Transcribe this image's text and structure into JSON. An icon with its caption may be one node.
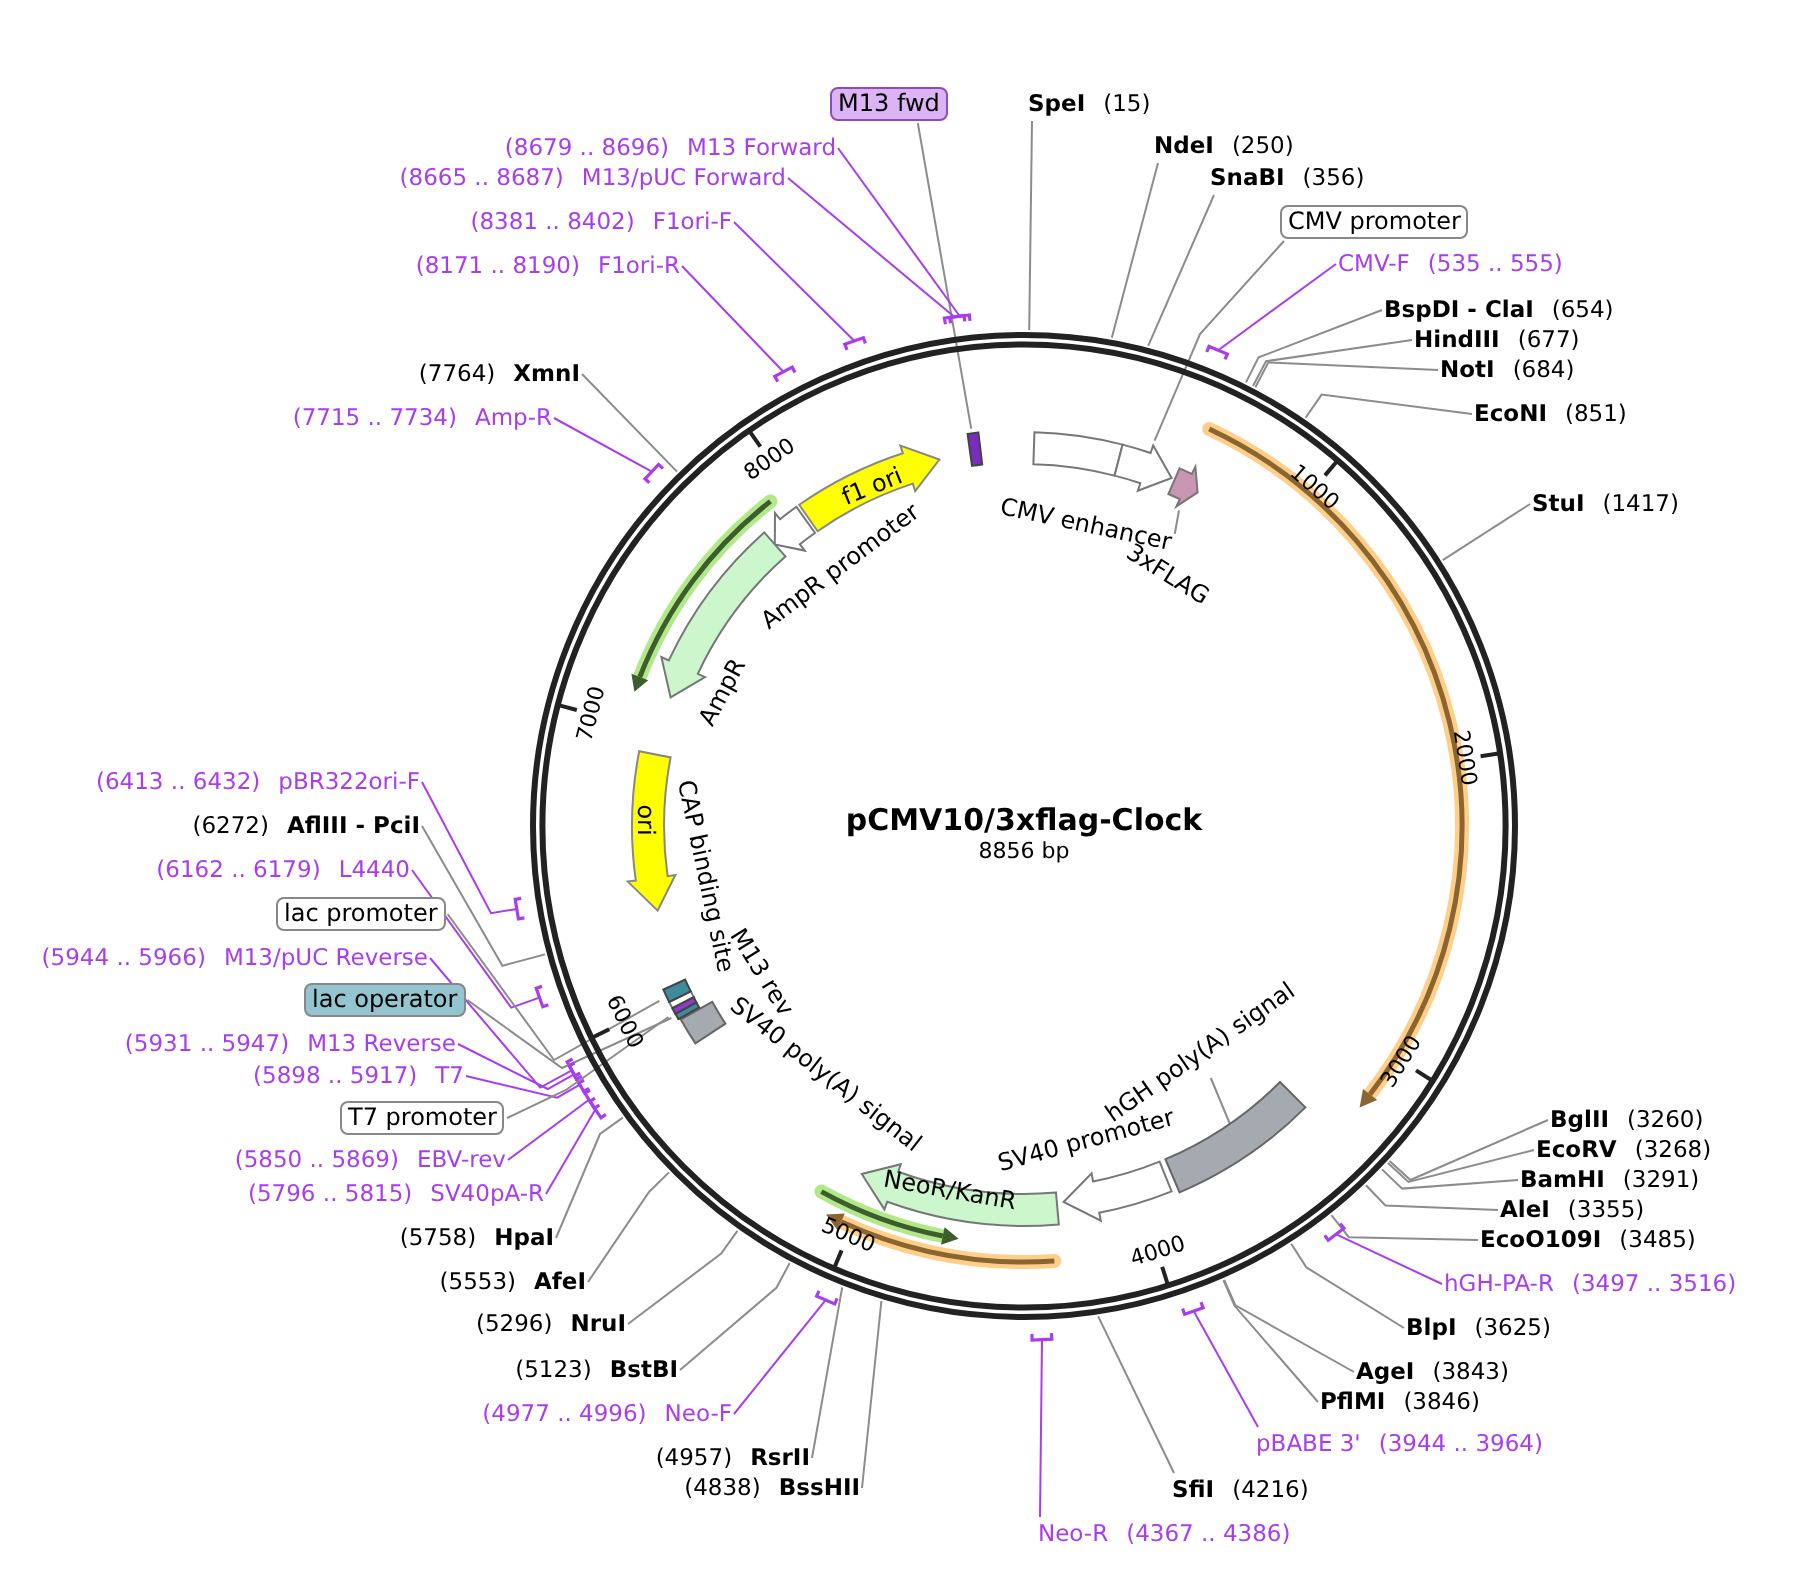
{
  "diagram": {
    "title": "pCMV10/3xflag-Clock",
    "nodes": [
      {
        "text": [
          "M13 fwd"
        ]
      },
      {
        "text": [
          "SpeI",
          "(15)"
        ]
      },
      {
        "text": [
          "(8679 .. 8696)",
          "M13 Forward"
        ]
      },
      {
        "text": [
          "NdeI",
          "(250)"
        ]
      },
      {
        "text": [
          "(8665 .. 8687)",
          "M13/pUC Forward"
        ]
      },
      {
        "text": [
          "SnaBI",
          "(356)"
        ]
      },
      {
        "text": [
          "CMV promoter"
        ]
      },
      {
        "text": [
          "(8381 .. 8402)",
          "F1ori-F"
        ]
      },
      {
        "text": [
          "CMV-F",
          "(535 .. 555)"
        ]
      },
      {
        "text": [
          "(8171 .. 8190)",
          "F1ori-R"
        ]
      },
      {
        "text": [
          "BspDI - ClaI",
          "(654)"
        ]
      },
      {
        "text": [
          "HindIII",
          "(677)"
        ]
      },
      {
        "text": [
          "NotI",
          "(684)"
        ]
      },
      {
        "text": [
          "(7764)",
          "XmnI"
        ]
      },
      {
        "text": [
          "EcoNI",
          "(851)"
        ]
      },
      {
        "text": [
          "(7715 .. 7734)",
          "Amp-R"
        ]
      },
      {
        "text": [
          "StuI",
          "(1417)"
        ]
      },
      {
        "text": [
          "CMV enhancer"
        ]
      },
      {
        "text": [
          "3xFLAG"
        ]
      },
      {
        "text": [
          "f1 ori"
        ]
      },
      {
        "text": [
          "AmpR promoter"
        ]
      },
      {
        "text": [
          "AmpR"
        ]
      },
      {
        "text": [
          "ori"
        ]
      },
      {
        "text": [
          "CAP binding site"
        ]
      },
      {
        "text": [
          "M13 rev"
        ]
      },
      {
        "text": [
          "SV40 poly(A) signal"
        ]
      },
      {
        "text": [
          "NeoR/KanR"
        ]
      },
      {
        "text": [
          "SV40 promoter"
        ]
      },
      {
        "text": [
          "hGH poly(A) signal"
        ]
      },
      {
        "text": [
          "(6413 .. 6432)",
          "pBR322ori-F"
        ]
      },
      {
        "text": [
          "(6272)",
          "AflIII - PciI"
        ]
      },
      {
        "text": [
          "(6162 .. 6179)",
          "L4440"
        ]
      },
      {
        "text": [
          "lac promoter"
        ]
      },
      {
        "text": [
          "(5944 .. 5966)",
          "M13/pUC Reverse"
        ]
      },
      {
        "text": [
          "lac operator"
        ]
      },
      {
        "text": [
          "(5931 .. 5947)",
          "M13 Reverse"
        ]
      },
      {
        "text": [
          "(5898 .. 5917)",
          "T7"
        ]
      },
      {
        "text": [
          "T7 promoter"
        ]
      },
      {
        "text": [
          "(5850 .. 5869)",
          "EBV-rev"
        ]
      },
      {
        "text": [
          "(5796 .. 5815)",
          "SV40pA-R"
        ]
      },
      {
        "text": [
          "(5758)",
          "HpaI"
        ]
      },
      {
        "text": [
          "(5553)",
          "AfeI"
        ]
      },
      {
        "text": [
          "(5296)",
          "NruI"
        ]
      },
      {
        "text": [
          "(5123)",
          "BstBI"
        ]
      },
      {
        "text": [
          "(4977 .. 4996)",
          "Neo-F"
        ]
      },
      {
        "text": [
          "(4957)",
          "RsrII"
        ]
      },
      {
        "text": [
          "(4838)",
          "BssHII"
        ]
      },
      {
        "text": [
          "BglII",
          "(3260)"
        ]
      },
      {
        "text": [
          "EcoRV",
          "(3268)"
        ]
      },
      {
        "text": [
          "BamHI",
          "(3291)"
        ]
      },
      {
        "text": [
          "AleI",
          "(3355)"
        ]
      },
      {
        "text": [
          "EcoO109I",
          "(3485)"
        ]
      },
      {
        "text": [
          "hGH-PA-R",
          "(3497 .. 3516)"
        ]
      },
      {
        "text": [
          "BlpI",
          "(3625)"
        ]
      },
      {
        "text": [
          "AgeI",
          "(3843)"
        ]
      },
      {
        "text": [
          "PflMI",
          "(3846)"
        ]
      },
      {
        "text": [
          "pBABE 3'",
          "(3944 .. 3964)"
        ]
      },
      {
        "text": [
          "SfiI",
          "(4216)"
        ]
      },
      {
        "text": [
          "Neo-R",
          "(4367 .. 4386)"
        ]
      },
      {
        "text": [],
        "shape": "bar"
      },
      {
        "text": [],
        "shape": "arrow"
      },
      {
        "text": [],
        "shape": "arrow"
      },
      {
        "text": [],
        "shape": "bar"
      },
      {
        "text": [],
        "shape": "bar"
      },
      {
        "text": [],
        "shape": "bar"
      },
      {
        "text": [],
        "shape": "bar"
      }
    ],
    "edges": [
      {
        "from": 0,
        "to": 59,
        "arrow": "none"
      },
      {
        "from": 1,
        "to": null,
        "arrow": "none"
      },
      {
        "from": 2,
        "to": null,
        "arrow": "none",
        "color": "#a83df0"
      },
      {
        "from": 3,
        "to": null,
        "arrow": "none"
      },
      {
        "from": 4,
        "to": null,
        "arrow": "none",
        "color": "#a83df0"
      },
      {
        "from": 5,
        "to": null,
        "arrow": "none"
      },
      {
        "from": 6,
        "to": 60,
        "arrow": "none"
      },
      {
        "from": 7,
        "to": null,
        "arrow": "none",
        "color": "#a83df0"
      },
      {
        "from": 8,
        "to": null,
        "arrow": "none",
        "color": "#a83df0"
      },
      {
        "from": 9,
        "to": null,
        "arrow": "none",
        "color": "#a83df0"
      },
      {
        "from": 10,
        "to": null,
        "arrow": "none"
      },
      {
        "from": 11,
        "to": null,
        "arrow": "none"
      },
      {
        "from": 12,
        "to": null,
        "arrow": "none"
      },
      {
        "from": 13,
        "to": null,
        "arrow": "none"
      },
      {
        "from": 14,
        "to": null,
        "arrow": "none"
      },
      {
        "from": 15,
        "to": null,
        "arrow": "none",
        "color": "#a83df0"
      },
      {
        "from": 16,
        "to": null,
        "arrow": "none"
      },
      {
        "from": 18,
        "to": 61,
        "arrow": "none"
      },
      {
        "from": 28,
        "to": 65,
        "arrow": "none"
      },
      {
        "from": 29,
        "to": null,
        "arrow": "none",
        "color": "#a83df0"
      },
      {
        "from": 30,
        "to": null,
        "arrow": "none"
      },
      {
        "from": 31,
        "to": null,
        "arrow": "none",
        "color": "#a83df0"
      },
      {
        "from": 32,
        "to": 62,
        "arrow": "none"
      },
      {
        "from": 33,
        "to": null,
        "arrow": "none",
        "color": "#a83df0"
      },
      {
        "from": 34,
        "to": 63,
        "arrow": "none"
      },
      {
        "from": 35,
        "to": null,
        "arrow": "none",
        "color": "#a83df0"
      },
      {
        "from": 36,
        "to": null,
        "arrow": "none",
        "color": "#a83df0"
      },
      {
        "from": 37,
        "to": 64,
        "arrow": "none"
      },
      {
        "from": 38,
        "to": null,
        "arrow": "none",
        "color": "#a83df0"
      },
      {
        "from": 39,
        "to": null,
        "arrow": "none",
        "color": "#a83df0"
      },
      {
        "from": 40,
        "to": null,
        "arrow": "none"
      },
      {
        "from": 41,
        "to": null,
        "arrow": "none"
      },
      {
        "from": 42,
        "to": null,
        "arrow": "none"
      },
      {
        "from": 43,
        "to": null,
        "arrow": "none"
      },
      {
        "from": 44,
        "to": null,
        "arrow": "none",
        "color": "#a83df0"
      },
      {
        "from": 45,
        "to": null,
        "arrow": "none"
      },
      {
        "from": 46,
        "to": null,
        "arrow": "none"
      },
      {
        "from": 47,
        "to": null,
        "arrow": "none"
      },
      {
        "from": 48,
        "to": null,
        "arrow": "none"
      },
      {
        "from": 49,
        "to": null,
        "arrow": "none"
      },
      {
        "from": 50,
        "to": null,
        "arrow": "none"
      },
      {
        "from": 51,
        "to": null,
        "arrow": "none"
      },
      {
        "from": 52,
        "to": null,
        "arrow": "none",
        "color": "#a83df0"
      },
      {
        "from": 53,
        "to": null,
        "arrow": "none"
      },
      {
        "from": 54,
        "to": null,
        "arrow": "none"
      },
      {
        "from": 55,
        "to": null,
        "arrow": "none"
      },
      {
        "from": 56,
        "to": null,
        "arrow": "none",
        "color": "#a83df0"
      },
      {
        "from": 57,
        "to": null,
        "arrow": "none"
      },
      {
        "from": 58,
        "to": null,
        "arrow": "none",
        "color": "#a83df0"
      }
    ],
    "labels": [
      "8856 bp",
      "1000",
      "2000",
      "3000",
      "4000",
      "5000",
      "6000",
      "7000",
      "8000"
    ]
  }
}
